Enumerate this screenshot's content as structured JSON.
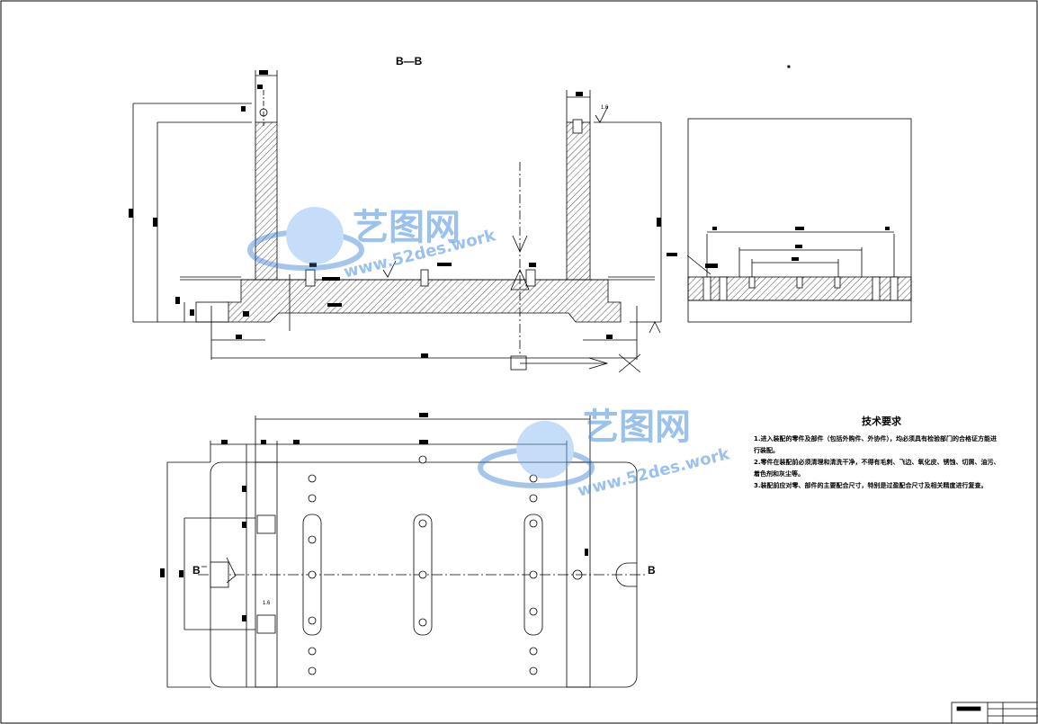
{
  "drawing": {
    "section_label": "B—B",
    "small_label_top": "■",
    "tech_title": "技术要求",
    "tech_notes": [
      "1.进入装配的零件及部件（包括外购件、外协件），均必须具有检验部门的合格证方能进行装配。",
      "2.零件在装配前必须清理和清洗干净，不得有毛刺、飞边、氧化皮、锈蚀、切屑、油污、着色剂和灰尘等。",
      "3.装配前应对零、部件的主要配合尺寸，特别是过盈配合尺寸及相关精度进行复查。"
    ],
    "roughness_label": "1.6",
    "section_mark": "B",
    "watermarks": [
      {
        "logo_text": "艺图网",
        "url_text": "www.52des.work"
      },
      {
        "logo_text": "艺图网",
        "url_text": "www.52des.work"
      }
    ]
  }
}
